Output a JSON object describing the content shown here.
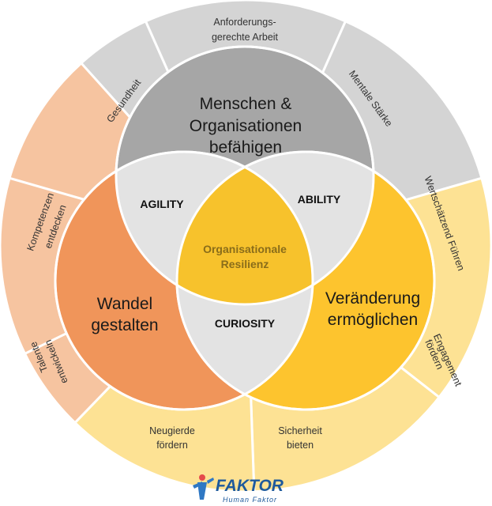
{
  "colors": {
    "gray_outer": "#d4d4d4",
    "gray_main": "#a6a6a6",
    "orange_outer": "#f6c4a0",
    "orange_main": "#f0955a",
    "yellow_outer": "#fde294",
    "yellow_main": "#fdc42e",
    "lens": "#e3e3e3",
    "center": "#f7c22c"
  },
  "outer_ring": {
    "gesundheit": "Gesundheit",
    "anforderung_line1": "Anforderungs-",
    "anforderung_line2": "gerechte Arbeit",
    "mentale": "Mentale Stärke",
    "wertschaetzend": "Wertschätzend Führen",
    "engagement_line1": "Engagement",
    "engagement_line2": "fördern",
    "sicherheit_line1": "Sicherheit",
    "sicherheit_line2": "bieten",
    "neugierde_line1": "Neugierde",
    "neugierde_line2": "fördern",
    "talente_line1": "Talente",
    "talente_line2": "entwickeln",
    "kompetenzen_line1": "Kompetenzen",
    "kompetenzen_line2": "entdecken"
  },
  "circles": {
    "top_line1": "Menschen &",
    "top_line2": "Organisationen",
    "top_line3": "befähigen",
    "left_line1": "Wandel",
    "left_line2": "gestalten",
    "right_line1": "Veränderung",
    "right_line2": "ermöglichen"
  },
  "lenses": {
    "agility": "AGILITY",
    "ability": "ABILITY",
    "curiosity": "CURIOSITY"
  },
  "center": {
    "line1": "Organisationale",
    "line2": "Resilienz"
  },
  "logo": {
    "name": "FAKTOR",
    "tagline": "Human Faktor"
  }
}
